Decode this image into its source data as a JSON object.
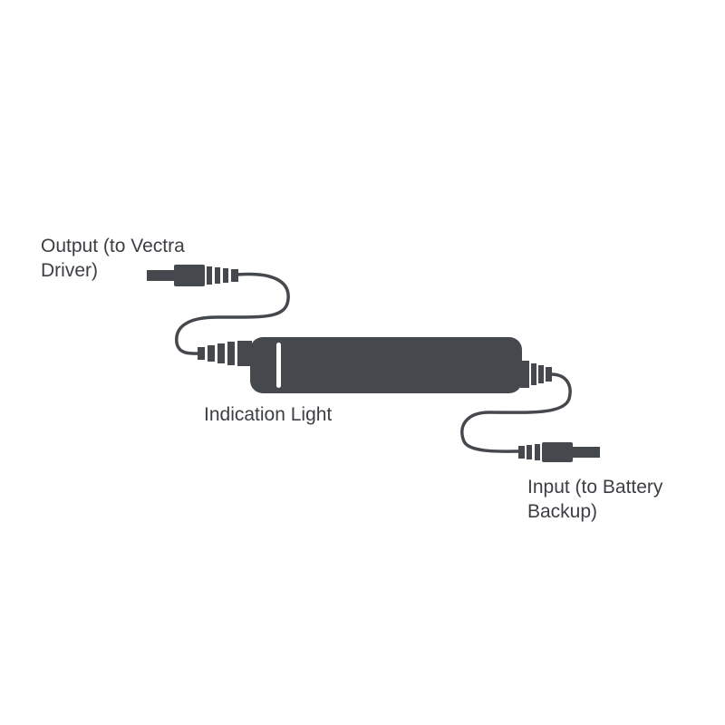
{
  "labels": {
    "output": {
      "line1": "Output (to Vectra",
      "line2": "Driver)"
    },
    "indication": "Indication Light",
    "input": {
      "line1": "Input (to Battery",
      "line2": "Backup)"
    }
  },
  "colors": {
    "device": "#45484c",
    "cable": "#45484c",
    "indicator": "#ffffff",
    "text": "#3b3f44",
    "background": "#ffffff"
  }
}
